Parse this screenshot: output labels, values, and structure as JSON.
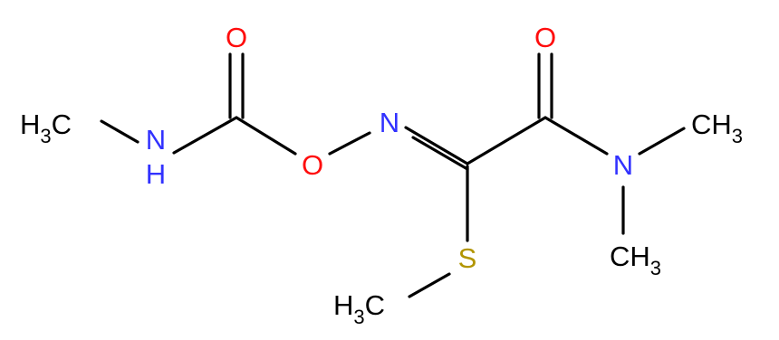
{
  "colors": {
    "bond": "#000000",
    "carbon": "#000000",
    "nitrogen": "#3232ff",
    "oxygen": "#ff0d0d",
    "sulfur": "#b29500"
  },
  "atoms": {
    "o_carbonyl_left": "O",
    "o_carbonyl_right": "O",
    "o_ether": "O",
    "n_amide_left": "N",
    "h_amide_left": "H",
    "n_oxime": "N",
    "n_amide_right": "N",
    "s_thio": "S",
    "ch3_left": {
      "main": "H",
      "sub": "3",
      "tail": "C"
    },
    "ch3_right_top": {
      "main": "CH",
      "sub": "3"
    },
    "ch3_right_bottom": {
      "main": "CH",
      "sub": "3"
    },
    "ch3_bottom": {
      "main": "H",
      "sub": "3",
      "tail": "C"
    }
  }
}
